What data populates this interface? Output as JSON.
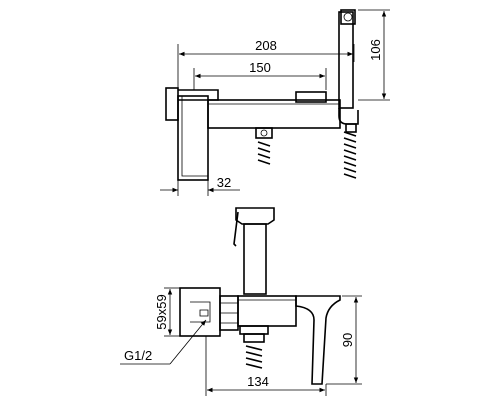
{
  "dimensions": {
    "top_view": {
      "overall_width": "208",
      "body_width": "150",
      "holder_height": "106",
      "flange_depth": "32"
    },
    "front_view": {
      "flange_size": "59x59",
      "thread": "G1/2",
      "height": "90",
      "length": "134"
    }
  }
}
